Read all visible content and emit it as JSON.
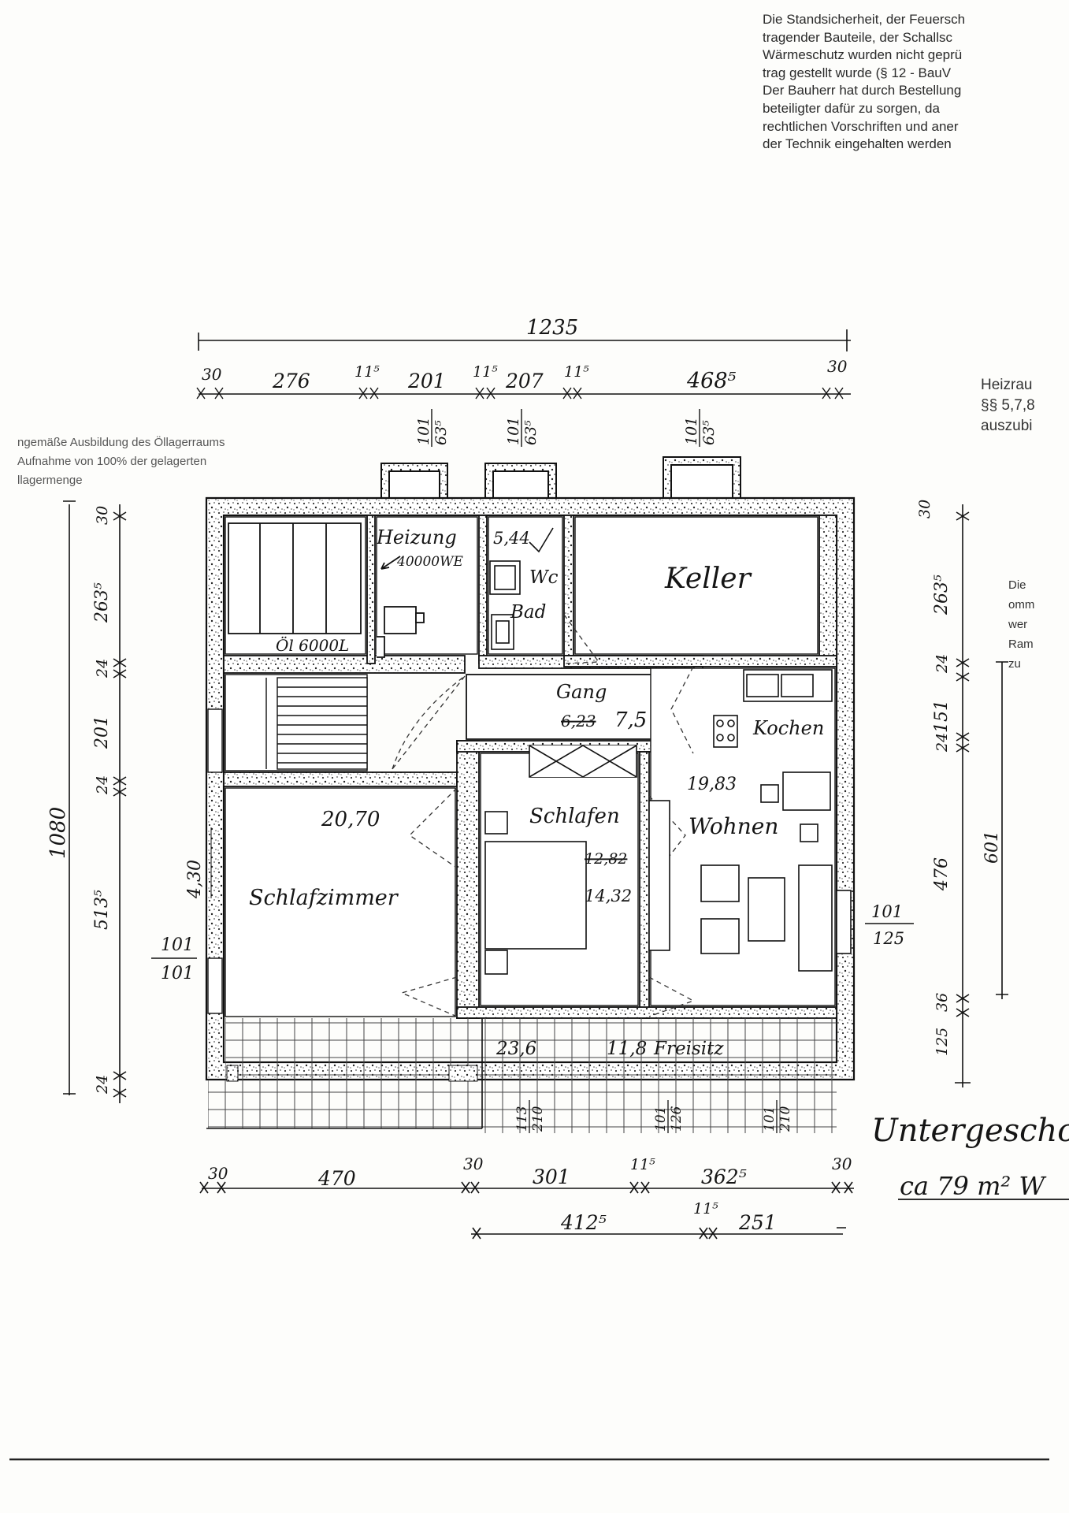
{
  "header_note": {
    "lines": [
      "Die Standsicherheit, der Feuersch",
      "tragender Bauteile, der Schallsc",
      "Wärmeschutz wurden nicht geprü",
      "trag gestellt wurde (§ 12 - BauV",
      "Der Bauherr hat durch Bestellung",
      "beteiligter dafür zu sorgen, da",
      "rechtlichen Vorschriften und aner",
      "der Technik eingehalten werden"
    ]
  },
  "left_note": {
    "lines": [
      "ngemäße Ausbildung des Öllagerraums",
      "Aufnahme von 100% der gelagerten",
      "llagermenge"
    ]
  },
  "right_notes": {
    "heizraum": [
      "Heizrau",
      "§§ 5,7,8",
      "auszubi"
    ],
    "side": [
      "Die",
      "omm",
      "wer",
      "Ram",
      "zu"
    ]
  },
  "rooms": {
    "heizung": {
      "label": "Heizung",
      "area": "5,44",
      "device": "40000WE"
    },
    "oil_tank": "Öl 6000L",
    "wc": "Wc",
    "bad": "Bad",
    "keller": "Keller",
    "gang": {
      "label": "Gang",
      "area_old": "6,23",
      "area_new": "7,5"
    },
    "kochen": "Kochen",
    "wohnen": {
      "label": "Wohnen",
      "area": "19,83"
    },
    "schlafen": {
      "label": "Schlafen",
      "area_old": "12,82",
      "area_new": "14,32"
    },
    "schlafzimmer": {
      "label": "Schlafzimmer",
      "area": "20,70"
    },
    "freisitz": {
      "label": "Freisitz",
      "area_old": "23,6",
      "area_new": "11,8"
    }
  },
  "title_block": {
    "title": "Untergeschoß",
    "area": "ca 79 m² W"
  },
  "dimensions": {
    "top_total": "1235",
    "top_chain": [
      "30",
      "276",
      "11⁵",
      "201",
      "11⁵",
      "207",
      "11⁵",
      "468⁵",
      "30"
    ],
    "windows_top": [
      {
        "width": "101",
        "height": "63⁵"
      },
      {
        "width": "101",
        "height": "63⁵"
      },
      {
        "width": "101",
        "height": "63⁵"
      }
    ],
    "left_total": "1080",
    "left_chain": [
      "30",
      "263⁵",
      "24",
      "201",
      "24",
      "513⁵",
      "24"
    ],
    "left_window": {
      "width": "101",
      "height": "101"
    },
    "left_inner": "4,30",
    "right_chain": [
      "30",
      "263⁵",
      "24",
      "151",
      "24",
      "476",
      "36",
      "125"
    ],
    "right_outer": "601",
    "right_window": {
      "width": "101",
      "height": "125"
    },
    "bottom_chain": [
      "30",
      "470",
      "30",
      "301",
      "11⁵",
      "362⁵",
      "30"
    ],
    "bottom_chain2": [
      "412⁵",
      "11⁵",
      "251"
    ],
    "doors_bottom": [
      {
        "width": "113",
        "height": "210"
      },
      {
        "width": "101",
        "height": "126"
      },
      {
        "width": "101",
        "height": "210"
      }
    ]
  }
}
